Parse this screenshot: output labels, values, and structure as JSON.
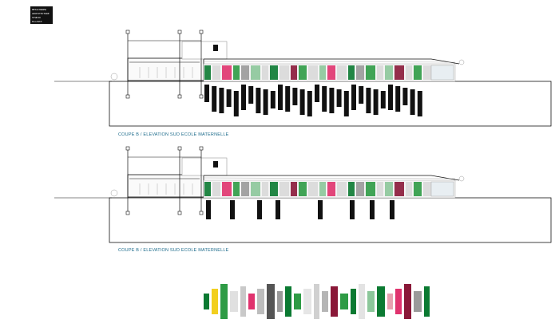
{
  "logo": {
    "lines": [
      "METACHROMA",
      "ARCHITECTURE",
      "STUDIO"
    ],
    "accent": "BALANKE"
  },
  "sections": [
    {
      "caption": "COUPE B / ELEVATION SUD ECOLE MATERNELLE",
      "label_count": 30
    },
    {
      "caption": "COUPE B / ELEVATION SUD ECOLE MATERNELLE",
      "label_count": 8
    }
  ],
  "palette": {
    "green_dark": "#0b7a32",
    "green_mid": "#2e9b45",
    "green_light": "#8cc79a",
    "pink": "#e0336e",
    "red_dark": "#8a1838",
    "yellow": "#f2cf1f",
    "grey_light": "#d9d9d9",
    "grey_mid": "#9a9a9a",
    "grey_dark": "#555555",
    "line": "#111111",
    "caption": "#1b6a8a"
  },
  "colour_strip": [
    "#0b7a32",
    "#f2cf1f",
    "#2e9b45",
    "#e0e0e0",
    "#c9c9c9",
    "#e0336e",
    "#bdbdbd",
    "#555555",
    "#9a9a9a",
    "#0b7a32",
    "#2e9b45",
    "#e6e6e6",
    "#d0d0d0",
    "#b5b5b5",
    "#8a1838",
    "#2e9b45",
    "#0b7a32",
    "#e3e3e3",
    "#8cc79a",
    "#0b7a32",
    "#e8a0b0",
    "#e0336e",
    "#8a1838",
    "#9a9a9a",
    "#0b7a32",
    "#8cc79a",
    "#d9d9d9"
  ]
}
